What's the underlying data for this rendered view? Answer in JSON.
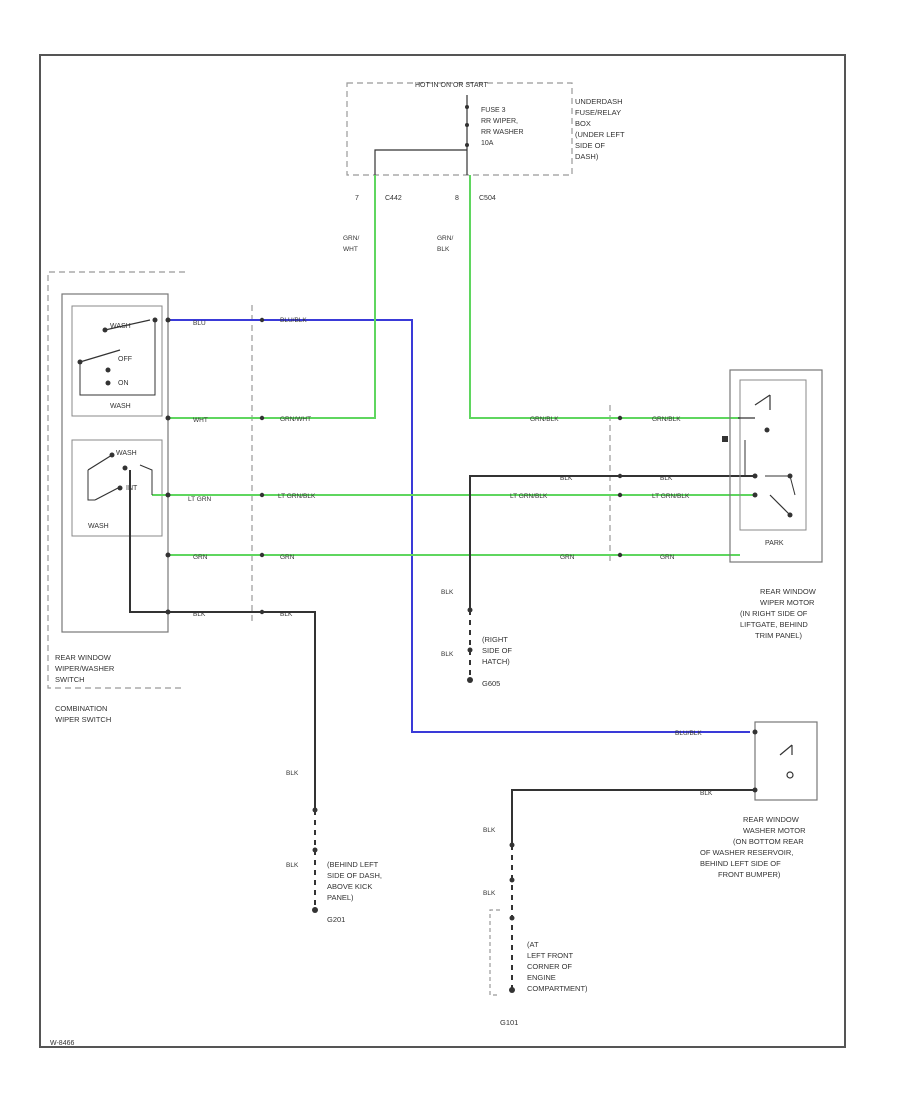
{
  "fuse_box": {
    "header": "HOT IN ON OR START",
    "fuse_lines": [
      "FUSE 3",
      "RR WIPER,",
      "RR WASHER",
      "10A"
    ],
    "label_lines": [
      "UNDERDASH",
      "FUSE/RELAY",
      "BOX",
      "(UNDER LEFT",
      "SIDE OF",
      "DASH)"
    ],
    "pin_left": "7",
    "conn_left": "C442",
    "pin_right": "8",
    "conn_right": "C504"
  },
  "wire_labels": {
    "grn_wht_top_1": "GRN/",
    "grn_wht_top_2": "WHT",
    "grn_blk_top_1": "GRN/",
    "grn_blk_top_2": "BLK",
    "blu_left": "BLU",
    "blu_mid": "BLU/BLK",
    "wht_left": "WHT",
    "grn_wht_mid": "GRN/WHT",
    "ltgrn_left": "LT GRN",
    "ltgrn_mid": "LT GRN/BLK",
    "grn_left": "GRN",
    "grn_mid": "GRN",
    "blk_left": "BLK",
    "blk_mid": "BLK",
    "grn_blk_right_1": "GRN/BLK",
    "grn_blk_right_2": "GRN/BLK",
    "blk_right_1": "BLK",
    "blk_right_2": "BLK",
    "ltgrn_right_1": "LT GRN/BLK",
    "ltgrn_right_2": "LT GRN/BLK",
    "grn_right_1": "GRN",
    "grn_right_2": "GRN",
    "blk_ground_mid_1": "BLK",
    "blk_ground_mid_2": "BLK",
    "blk_ground_left_1": "BLK",
    "blk_ground_left_2": "BLK",
    "blu_blk_washer": "BLU/BLK",
    "blk_washer": "BLK",
    "blk_ground_right_1": "BLK",
    "blk_ground_right_2": "BLK"
  },
  "switch": {
    "wash_top": "WASH",
    "off": "OFF",
    "on": "ON",
    "wash_mid": "WASH",
    "wash_low_top": "WASH",
    "wash_low_mid": "INT",
    "wash_low": "WASH",
    "label_lines": [
      "REAR WINDOW",
      "WIPER/WASHER",
      "SWITCH"
    ],
    "combo_lines": [
      "COMBINATION",
      "WIPER SWITCH"
    ]
  },
  "motor": {
    "park": "PARK",
    "label_lines": [
      "REAR WINDOW",
      "WIPER MOTOR",
      "(IN RIGHT SIDE OF",
      "LIFTGATE, BEHIND",
      "TRIM PANEL)"
    ]
  },
  "washer_motor": {
    "label_lines": [
      "REAR WINDOW",
      "WASHER MOTOR",
      "(ON BOTTOM REAR",
      "OF WASHER RESERVOIR,",
      "BEHIND LEFT SIDE OF",
      "FRONT BUMPER)"
    ]
  },
  "grounds": {
    "mid_lines": [
      "(RIGHT",
      "SIDE OF",
      "HATCH)",
      "G605"
    ],
    "left_lines": [
      "(BEHIND LEFT",
      "SIDE OF DASH,",
      "ABOVE KICK",
      "PANEL)",
      "G201"
    ],
    "right_lines": [
      "(AT",
      "LEFT FRONT",
      "CORNER OF",
      "ENGINE",
      "COMPARTMENT)"
    ],
    "right_id": "G101"
  },
  "footer_code": "W-8466",
  "colors": {
    "green": "#5fd65f",
    "blue": "#3a3ad8",
    "black": "#333333",
    "frame": "#555555",
    "dash": "#999999"
  }
}
